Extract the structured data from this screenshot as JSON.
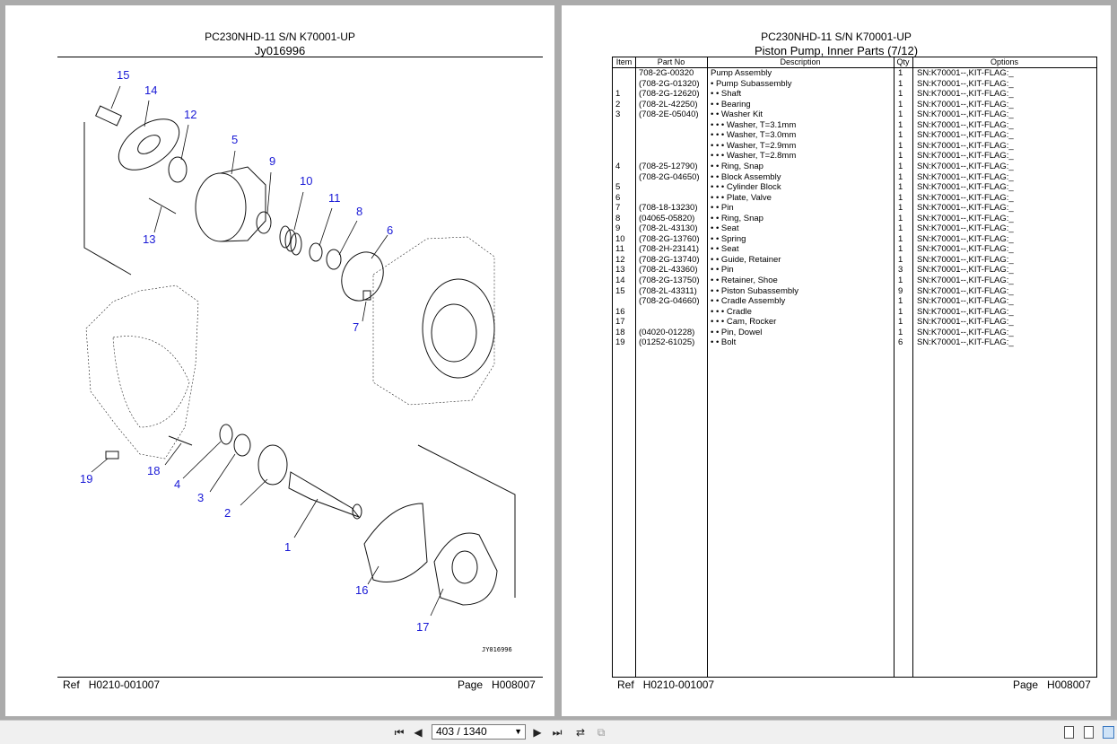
{
  "left_page": {
    "title": "PC230NHD-11 S/N K70001-UP",
    "subtitle": "Jy016996",
    "drawing_label": "JY016996",
    "callouts": [
      "15",
      "14",
      "12",
      "5",
      "9",
      "10",
      "11",
      "8",
      "6",
      "13",
      "7",
      "19",
      "18",
      "4",
      "3",
      "2",
      "1",
      "16",
      "17"
    ],
    "footer_ref_label": "Ref",
    "footer_ref": "H0210-001007",
    "footer_page_label": "Page",
    "footer_page": "H008007"
  },
  "right_page": {
    "title": "PC230NHD-11 S/N K70001-UP",
    "subtitle": "Piston Pump, Inner Parts (7/12)",
    "headers": {
      "item": "Item",
      "part_no": "Part No",
      "description": "Description",
      "qty": "Qty",
      "options": "Options"
    },
    "rows": [
      {
        "item": "",
        "part_no": "708-2G-00320",
        "desc": "Pump Assembly",
        "qty": "1",
        "opt": "SN:K70001--,KIT-FLAG:_"
      },
      {
        "item": "",
        "part_no": "(708-2G-01320)",
        "desc": "• Pump Subassembly",
        "qty": "1",
        "opt": "SN:K70001--,KIT-FLAG:_"
      },
      {
        "item": "1",
        "part_no": "(708-2G-12620)",
        "desc": "• • Shaft",
        "qty": "1",
        "opt": "SN:K70001--,KIT-FLAG:_"
      },
      {
        "item": "2",
        "part_no": "(708-2L-42250)",
        "desc": "• • Bearing",
        "qty": "1",
        "opt": "SN:K70001--,KIT-FLAG:_"
      },
      {
        "item": "3",
        "part_no": "(708-2E-05040)",
        "desc": "• • Washer Kit",
        "qty": "1",
        "opt": "SN:K70001--,KIT-FLAG:_"
      },
      {
        "item": "",
        "part_no": "",
        "desc": "• • • Washer, T=3.1mm",
        "qty": "1",
        "opt": "SN:K70001--,KIT-FLAG:_"
      },
      {
        "item": "",
        "part_no": "",
        "desc": "• • • Washer, T=3.0mm",
        "qty": "1",
        "opt": "SN:K70001--,KIT-FLAG:_"
      },
      {
        "item": "",
        "part_no": "",
        "desc": "• • • Washer, T=2.9mm",
        "qty": "1",
        "opt": "SN:K70001--,KIT-FLAG:_"
      },
      {
        "item": "",
        "part_no": "",
        "desc": "• • • Washer, T=2.8mm",
        "qty": "1",
        "opt": "SN:K70001--,KIT-FLAG:_"
      },
      {
        "item": "4",
        "part_no": "(708-25-12790)",
        "desc": "• • Ring, Snap",
        "qty": "1",
        "opt": "SN:K70001--,KIT-FLAG:_"
      },
      {
        "item": "",
        "part_no": "(708-2G-04650)",
        "desc": "• • Block Assembly",
        "qty": "1",
        "opt": "SN:K70001--,KIT-FLAG:_"
      },
      {
        "item": "5",
        "part_no": "",
        "desc": "• • • Cylinder Block",
        "qty": "1",
        "opt": "SN:K70001--,KIT-FLAG:_"
      },
      {
        "item": "6",
        "part_no": "",
        "desc": "• • • Plate, Valve",
        "qty": "1",
        "opt": "SN:K70001--,KIT-FLAG:_"
      },
      {
        "item": "7",
        "part_no": "(708-18-13230)",
        "desc": "• • Pin",
        "qty": "1",
        "opt": "SN:K70001--,KIT-FLAG:_"
      },
      {
        "item": "8",
        "part_no": "(04065-05820)",
        "desc": "• • Ring, Snap",
        "qty": "1",
        "opt": "SN:K70001--,KIT-FLAG:_"
      },
      {
        "item": "9",
        "part_no": "(708-2L-43130)",
        "desc": "• • Seat",
        "qty": "1",
        "opt": "SN:K70001--,KIT-FLAG:_"
      },
      {
        "item": "10",
        "part_no": "(708-2G-13760)",
        "desc": "• • Spring",
        "qty": "1",
        "opt": "SN:K70001--,KIT-FLAG:_"
      },
      {
        "item": "11",
        "part_no": "(708-2H-23141)",
        "desc": "• • Seat",
        "qty": "1",
        "opt": "SN:K70001--,KIT-FLAG:_"
      },
      {
        "item": "12",
        "part_no": "(708-2G-13740)",
        "desc": "• • Guide, Retainer",
        "qty": "1",
        "opt": "SN:K70001--,KIT-FLAG:_"
      },
      {
        "item": "13",
        "part_no": "(708-2L-43360)",
        "desc": "• • Pin",
        "qty": "3",
        "opt": "SN:K70001--,KIT-FLAG:_"
      },
      {
        "item": "14",
        "part_no": "(708-2G-13750)",
        "desc": "• • Retainer, Shoe",
        "qty": "1",
        "opt": "SN:K70001--,KIT-FLAG:_"
      },
      {
        "item": "15",
        "part_no": "(708-2L-43311)",
        "desc": "• • Piston Subassembly",
        "qty": "9",
        "opt": "SN:K70001--,KIT-FLAG:_"
      },
      {
        "item": "",
        "part_no": "(708-2G-04660)",
        "desc": "• • Cradle Assembly",
        "qty": "1",
        "opt": "SN:K70001--,KIT-FLAG:_"
      },
      {
        "item": "16",
        "part_no": "",
        "desc": "• • • Cradle",
        "qty": "1",
        "opt": "SN:K70001--,KIT-FLAG:_"
      },
      {
        "item": "17",
        "part_no": "",
        "desc": "• • • Cam, Rocker",
        "qty": "1",
        "opt": "SN:K70001--,KIT-FLAG:_"
      },
      {
        "item": "18",
        "part_no": "(04020-01228)",
        "desc": "• • Pin, Dowel",
        "qty": "1",
        "opt": "SN:K70001--,KIT-FLAG:_"
      },
      {
        "item": "19",
        "part_no": "(01252-61025)",
        "desc": "• • Bolt",
        "qty": "6",
        "opt": "SN:K70001--,KIT-FLAG:_"
      }
    ],
    "footer_ref_label": "Ref",
    "footer_ref": "H0210-001007",
    "footer_page_label": "Page",
    "footer_page": "H008007"
  },
  "toolbar": {
    "page_indicator": "403 / 1340",
    "icons": [
      "first-page-icon",
      "prev-page-icon",
      "next-page-icon",
      "last-page-icon",
      "rotate-view-icon",
      "fit-width-icon",
      "single-page-icon",
      "continuous-page-icon",
      "two-page-icon"
    ]
  }
}
